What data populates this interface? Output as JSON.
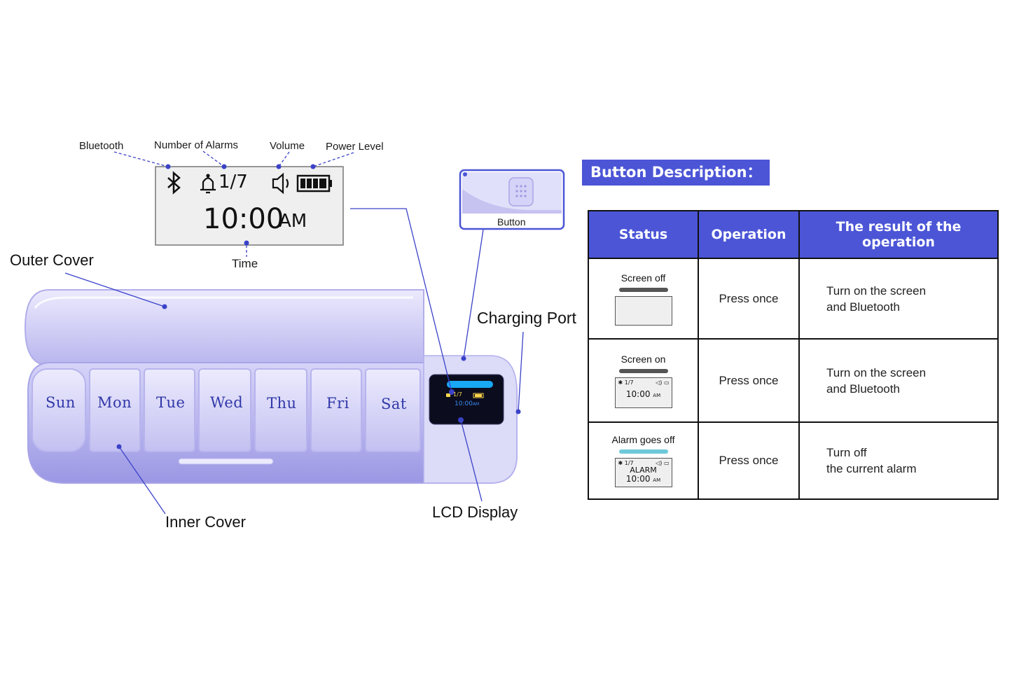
{
  "lcd_callouts": {
    "bluetooth": "Bluetooth",
    "alarms": "Number of Alarms",
    "volume": "Volume",
    "power": "Power Level",
    "time": "Time"
  },
  "lcd": {
    "alarm_count": "1/7",
    "time": "10:00",
    "ampm": "AM"
  },
  "parts": {
    "outer_cover": "Outer Cover",
    "inner_cover": "Inner Cover",
    "charging_port": "Charging Port",
    "lcd_display": "LCD Display",
    "button": "Button"
  },
  "days": [
    "Sun",
    "Mon",
    "Tue",
    "Wed",
    "Thu",
    "Fri",
    "Sat"
  ],
  "device_screen": {
    "alarm_count": "1/7",
    "time": "10:00",
    "ampm": "AM"
  },
  "description": {
    "title": "Button  Description：",
    "headers": [
      "Status",
      "Operation",
      "The result of the operation"
    ],
    "rows": [
      {
        "status": "Screen off",
        "operation": "Press once",
        "result_line1": "Turn on the screen",
        "result_line2": "and Bluetooth"
      },
      {
        "status": "Screen on",
        "operation": "Press once",
        "result_line1": "Turn on the screen",
        "result_line2": "and Bluetooth",
        "screen_counter": "1/7",
        "screen_time": "10:00",
        "screen_ampm": "AM"
      },
      {
        "status": "Alarm goes off",
        "operation": "Press once",
        "result_line1": "Turn off",
        "result_line2": "the current alarm",
        "screen_counter": "1/7",
        "screen_alarm": "ALARM",
        "screen_time": "10:00",
        "screen_ampm": "AM"
      }
    ]
  },
  "colors": {
    "accent": "#4b55d6",
    "line": "#3a42c8",
    "case": "#c9c8f3",
    "alarm_bar": "#6ec9d8"
  }
}
